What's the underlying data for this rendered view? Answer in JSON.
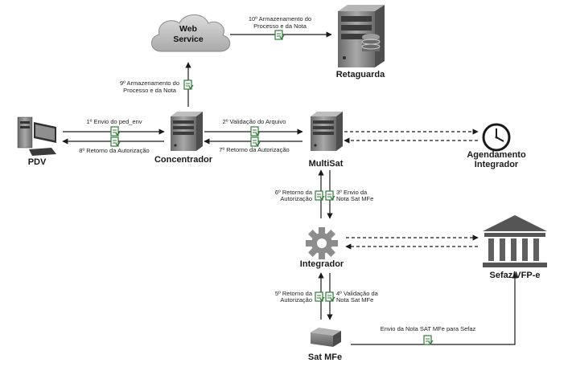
{
  "nodes": {
    "web_service": {
      "line1": "Web",
      "line2": "Service"
    },
    "retaguarda": "Retaguarda",
    "pdv": "PDV",
    "concentrador": "Concentrador",
    "multisat": "MultiSat",
    "agendamento": {
      "line1": "Agendamento",
      "line2": "Integrador"
    },
    "integrador": "Integrador",
    "sefaz": "Sefaz/VFP-e",
    "sat_mfe": "Sat MFe"
  },
  "edges": {
    "e10": {
      "line1": "10º Armazenamento do",
      "line2": "Processo e da Nota"
    },
    "e9": {
      "line1": "9º Armazenamento do",
      "line2": "Processo e da Nota"
    },
    "e1": "1º Envio do ped_env",
    "e8": "8º Retorno da Autorização",
    "e2": "2º Validação do Arquivo",
    "e7": "7º Retorno da Autorização",
    "e6": {
      "line1": "6º Retorno da",
      "line2": "Autorização"
    },
    "e3": {
      "line1": "3º Envio da",
      "line2": "Nota Sat MFe"
    },
    "e5": {
      "line1": "5º Retorno da",
      "line2": "Autorização"
    },
    "e4": {
      "line1": "4º Validação da",
      "line2": "Nota Sat MFe"
    },
    "e_sefaz": "Envio da Nota SAT MFe para Sefaz"
  },
  "colors": {
    "arrow": "#1a1a1a",
    "server_body": "#8e8e8e",
    "server_dark": "#5a5a5a",
    "cloud": "#c4c4c4",
    "doc_icon": "#2f7a3a"
  }
}
